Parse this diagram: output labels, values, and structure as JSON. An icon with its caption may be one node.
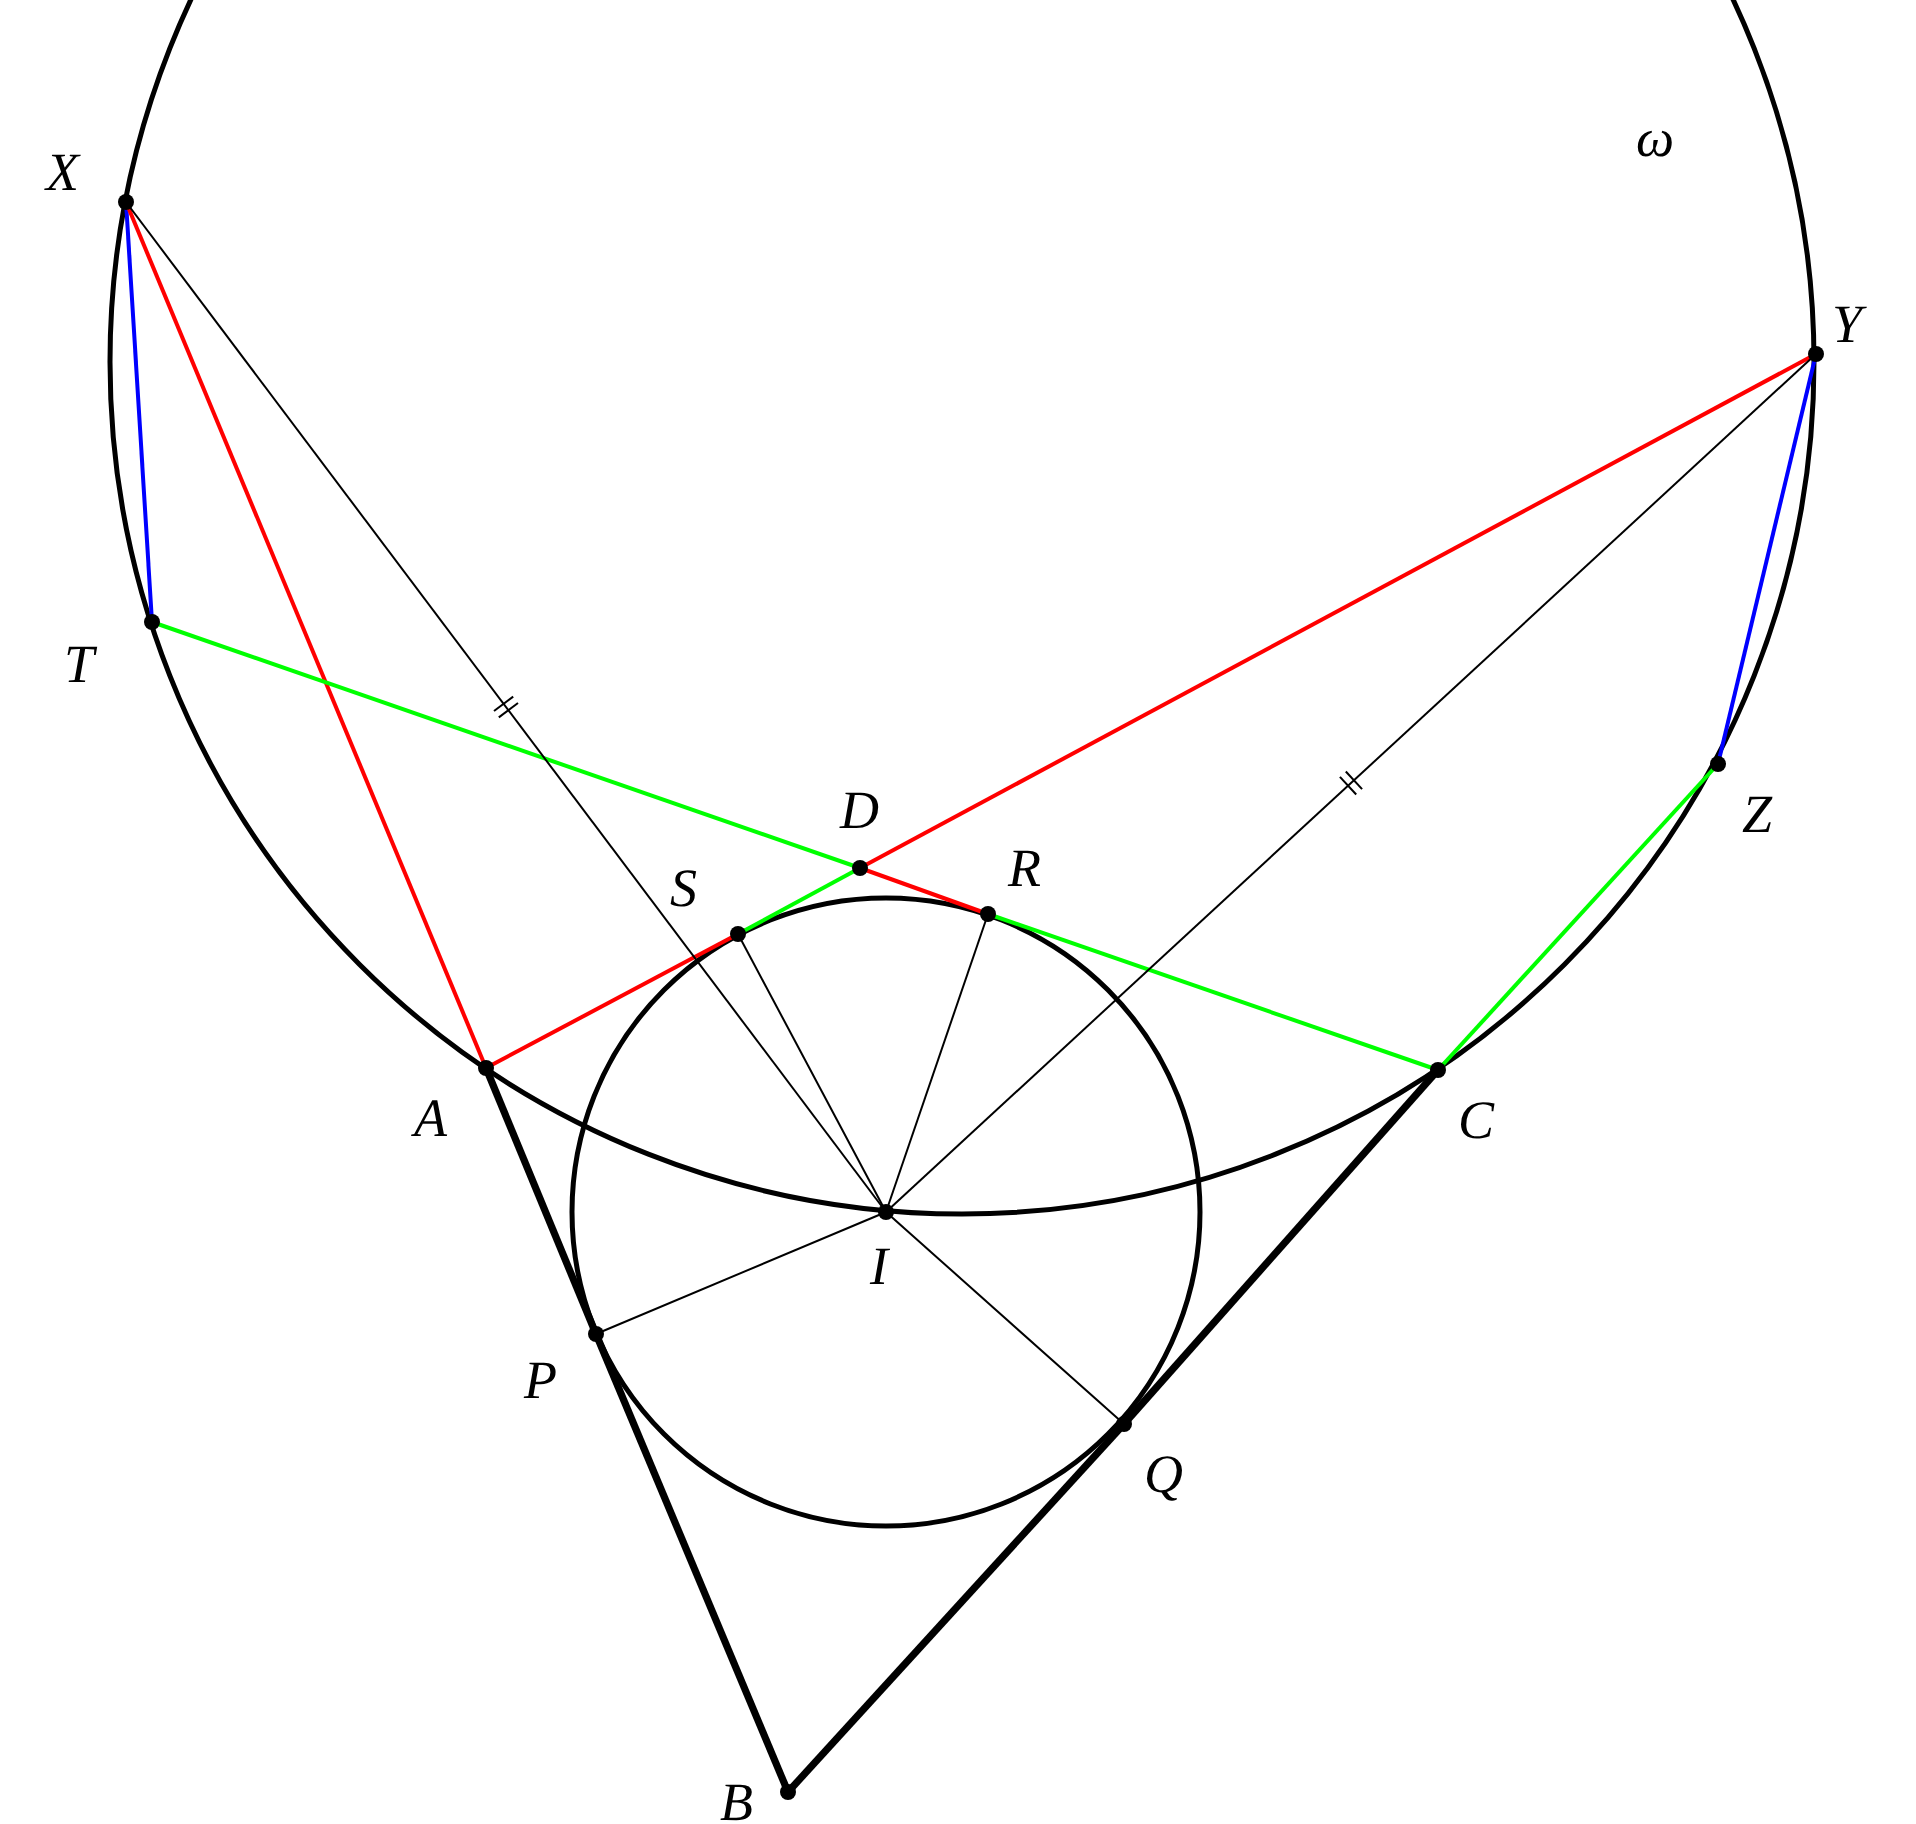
{
  "diagram": {
    "nodes": [
      {
        "text": [
          "X"
        ]
      },
      {
        "text": [
          "Y"
        ]
      },
      {
        "text": [
          "T"
        ]
      },
      {
        "text": [
          "Z"
        ]
      },
      {
        "text": [
          "D"
        ]
      },
      {
        "text": [
          "S"
        ]
      },
      {
        "text": [
          "R"
        ]
      },
      {
        "text": [
          "A"
        ]
      },
      {
        "text": [
          "C"
        ]
      },
      {
        "text": [
          "I"
        ]
      },
      {
        "text": [
          "P"
        ]
      },
      {
        "text": [
          "Q"
        ]
      },
      {
        "text": [
          "B"
        ]
      }
    ],
    "edges": [
      {
        "from": 0,
        "to": 2,
        "arrow": "none",
        "color": "#0000ff"
      },
      {
        "from": 1,
        "to": 3,
        "arrow": "none",
        "color": "#0000ff"
      },
      {
        "from": 0,
        "to": 7,
        "arrow": "none",
        "color": "#ff0000"
      },
      {
        "from": 7,
        "to": 5,
        "arrow": "none",
        "color": "#ff0000"
      },
      {
        "from": 4,
        "to": 1,
        "arrow": "none",
        "color": "#ff0000"
      },
      {
        "from": 4,
        "to": 6,
        "arrow": "none",
        "color": "#ff0000"
      },
      {
        "from": 2,
        "to": 4,
        "arrow": "none",
        "color": "#00ff00"
      },
      {
        "from": 5,
        "to": 4,
        "arrow": "none",
        "color": "#00ff00"
      },
      {
        "from": 6,
        "to": 8,
        "arrow": "none",
        "color": "#00ff00"
      },
      {
        "from": 8,
        "to": 3,
        "arrow": "none",
        "color": "#00ff00"
      },
      {
        "from": 0,
        "to": 9,
        "arrow": "none"
      },
      {
        "from": 1,
        "to": 9,
        "arrow": "none"
      },
      {
        "from": 5,
        "to": 9,
        "arrow": "none"
      },
      {
        "from": 6,
        "to": 9,
        "arrow": "none"
      },
      {
        "from": 10,
        "to": 9,
        "arrow": "none"
      },
      {
        "from": 11,
        "to": 9,
        "arrow": "none"
      },
      {
        "from": 7,
        "to": 10,
        "arrow": "none",
        "style": "thick"
      },
      {
        "from": 10,
        "to": 12,
        "arrow": "none",
        "style": "thick"
      },
      {
        "from": 12,
        "to": 11,
        "arrow": "none",
        "style": "thick"
      },
      {
        "from": 11,
        "to": 8,
        "arrow": "none",
        "style": "thick"
      }
    ],
    "labels": [
      "ω"
    ]
  }
}
